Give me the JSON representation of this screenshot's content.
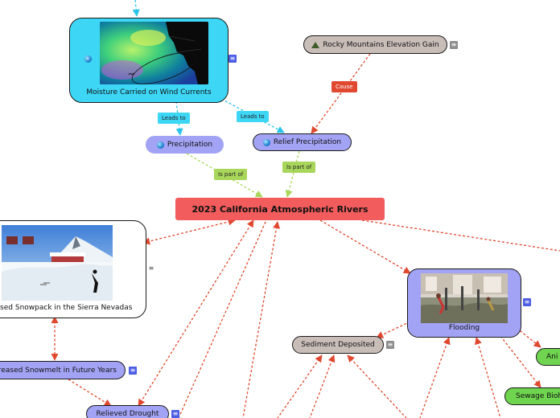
{
  "nodes": {
    "central": "2023 California Atmospheric Rivers",
    "moisture": "Moisture Carried on Wind Currents",
    "rocky": "Rocky Mountains Elevation Gain",
    "precip": "Precipitation",
    "relief": "Relief Precipitation",
    "snowpack": "eased Snowpack in the Sierra Nevadas",
    "snowmelt": "creased Snowmelt in Future Years",
    "drought": "Relieved Drought",
    "flooding": "Flooding",
    "sediment": "Sediment Deposited",
    "animal": "Ani",
    "sewage": "Sewage Bioh"
  },
  "links": {
    "leads_to_1": "Leads to",
    "leads_to_2": "Leads to",
    "cause": "Cause",
    "is_part_of_1": "Is part of",
    "is_part_of_2": "Is part of"
  },
  "colors": {
    "central_fill": "#f25c5c",
    "moisture_fill": "#3dd6f5",
    "rocky_fill": "#c9bdb8",
    "precip_fill": "#a3a3f5",
    "relief_fill": "#a3a3f5",
    "snowpack_fill": "#ffffff",
    "snowmelt_fill": "#a3a3f5",
    "drought_fill": "#a3a3f5",
    "flooding_fill": "#a3a3f5",
    "sediment_fill": "#c9bdb8",
    "green_fill": "#6fd44f",
    "red_link": "#e0482f",
    "cyan_link": "#29c4e8",
    "green_link": "#a8d65a"
  },
  "icons": {
    "precip": "globe-icon",
    "relief": "globe-icon",
    "moisture": "globe-icon",
    "rocky": "mountain-icon",
    "menu": "menu-icon"
  }
}
